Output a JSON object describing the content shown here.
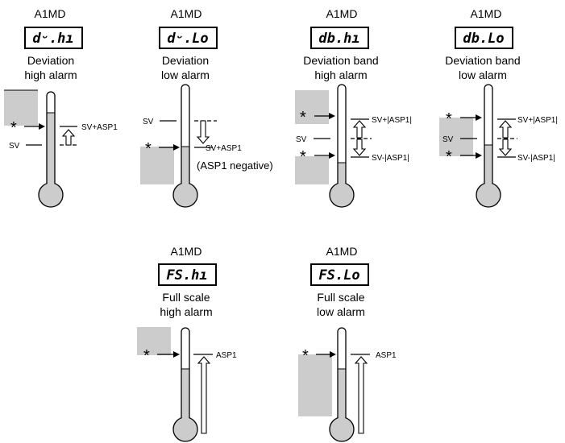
{
  "panels": [
    {
      "id": "dv-hi",
      "code": "A1MD",
      "display": "dᵕ.hı",
      "caption_lines": [
        "Deviation",
        "high alarm"
      ],
      "labels": {
        "sv": "SV",
        "top": "SV+ASP1"
      }
    },
    {
      "id": "dv-lo",
      "code": "A1MD",
      "display": "dᵕ.Lo",
      "caption_lines": [
        "Deviation",
        "low alarm"
      ],
      "labels": {
        "sv": "SV",
        "bottom": "SV+ASP1",
        "note": "(ASP1 negative)"
      }
    },
    {
      "id": "db-hi",
      "code": "A1MD",
      "display": "db.hı",
      "caption_lines": [
        "Deviation band",
        "high alarm"
      ],
      "labels": {
        "sv": "SV",
        "top": "SV+|ASP1|",
        "bottom": "SV-|ASP1|"
      }
    },
    {
      "id": "db-lo",
      "code": "A1MD",
      "display": "db.Lo",
      "caption_lines": [
        "Deviation band",
        "low alarm"
      ],
      "labels": {
        "sv": "SV",
        "top": "SV+|ASP1|",
        "bottom": "SV-|ASP1|"
      }
    },
    {
      "id": "fs-hi",
      "code": "A1MD",
      "display": "FS.hı",
      "caption_lines": [
        "Full scale",
        "high alarm"
      ],
      "labels": {
        "top": "ASP1"
      }
    },
    {
      "id": "fs-lo",
      "code": "A1MD",
      "display": "FS.Lo",
      "caption_lines": [
        "Full scale",
        "low alarm"
      ],
      "labels": {
        "top": "ASP1"
      }
    }
  ],
  "marker": "*",
  "colors": {
    "shade": "#cccccc",
    "line": "#000000",
    "background": "#ffffff"
  }
}
